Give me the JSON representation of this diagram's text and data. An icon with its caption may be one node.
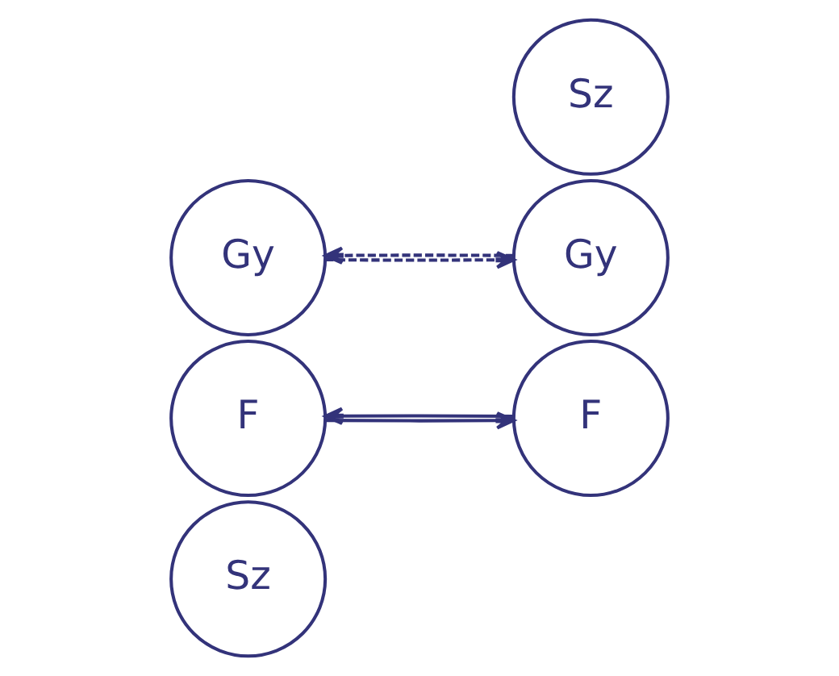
{
  "diagram": {
    "nodes": [
      {
        "text": [
          "Sz"
        ]
      },
      {
        "text": [
          "F"
        ]
      },
      {
        "text": [
          "Gy"
        ]
      },
      {
        "text": [
          "Sz"
        ]
      },
      {
        "text": [
          "F"
        ]
      },
      {
        "text": [
          "Gy"
        ]
      }
    ],
    "edges": [
      {
        "from": 1,
        "to": 4,
        "arrow": "to"
      },
      {
        "from": 4,
        "to": 1,
        "arrow": "to"
      },
      {
        "from": 2,
        "to": 5,
        "arrow": "to",
        "style": "dashed"
      },
      {
        "from": 5,
        "to": 2,
        "arrow": "to",
        "style": "dashed"
      }
    ]
  }
}
